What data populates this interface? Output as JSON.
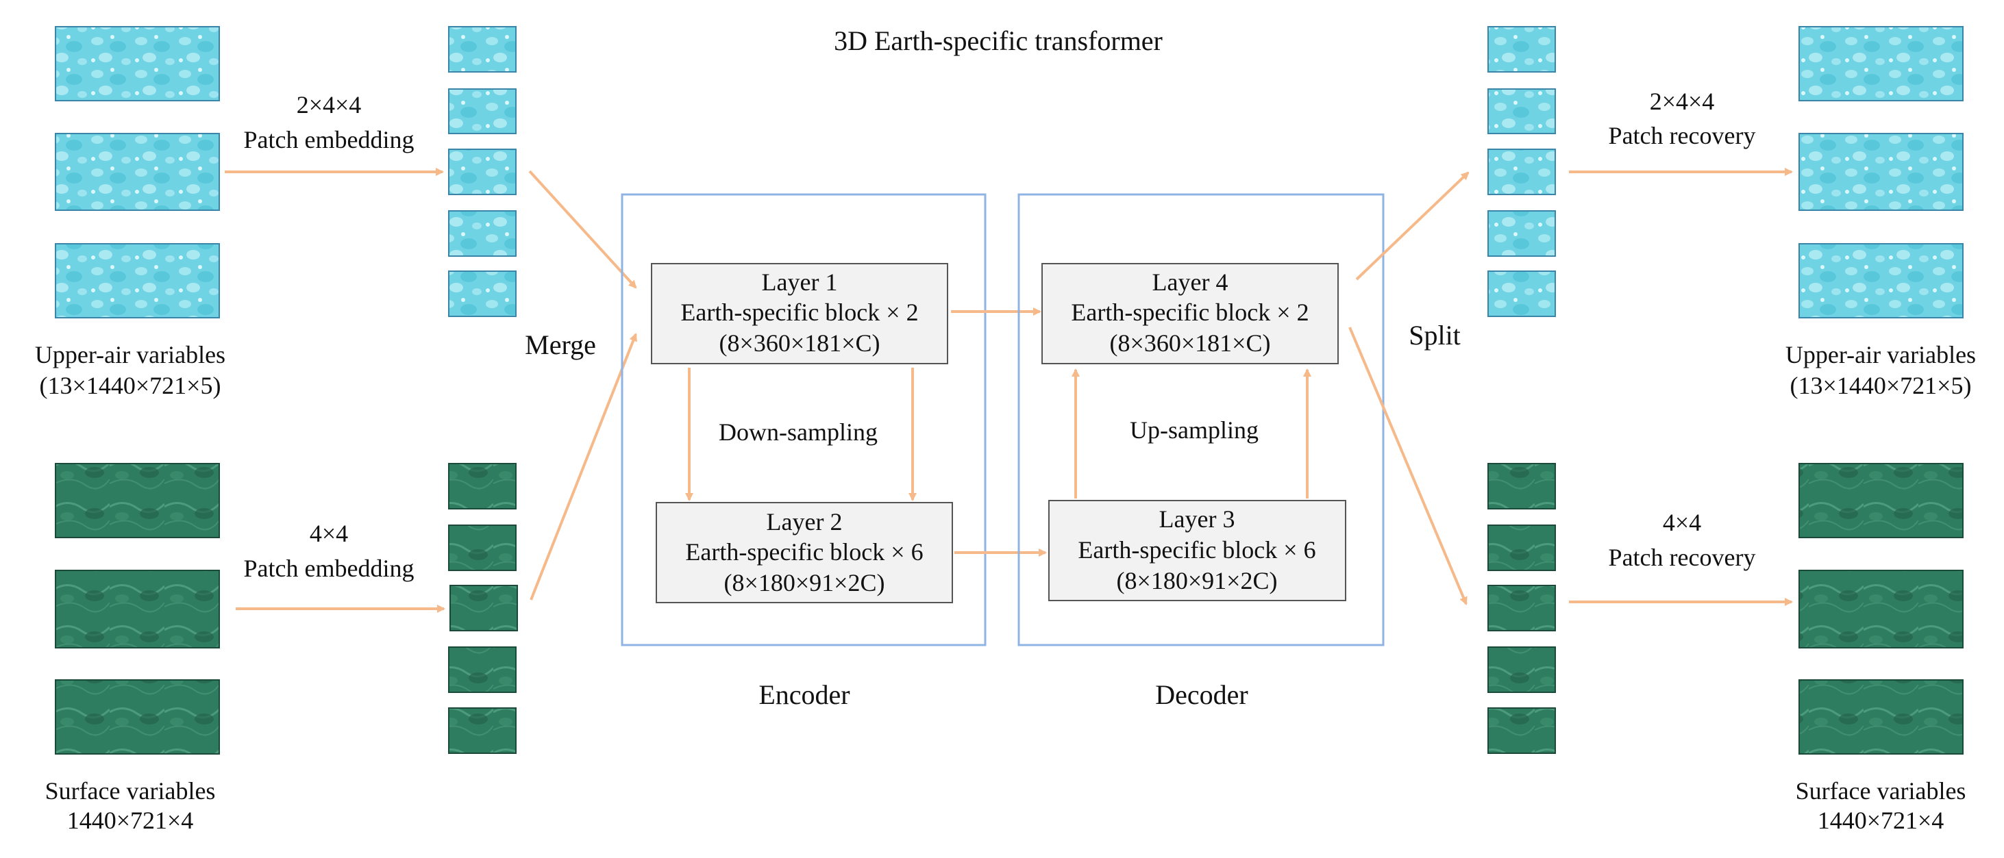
{
  "title": "3D Earth-specific transformer",
  "colors": {
    "upper_air_fill": "#6fd3e3",
    "upper_air_border": "#3b86a8",
    "surface_fill": "#2f7d60",
    "surface_border": "#1c4a3a",
    "arrow": "#f6b98a",
    "frame_border": "#8fb4e3",
    "block_fill": "#f2f2f2",
    "block_border": "#555555"
  },
  "left": {
    "upper_air": {
      "name": "Upper-air variables",
      "shape": "(13×1440×721×5)"
    },
    "surface": {
      "name": "Surface variables",
      "shape": "1440×721×4"
    },
    "upper_embed": {
      "size": "2×4×4",
      "label": "Patch embedding"
    },
    "surface_embed": {
      "size": "4×4",
      "label": "Patch embedding"
    },
    "merge_label": "Merge"
  },
  "right": {
    "upper_air": {
      "name": "Upper-air variables",
      "shape": "(13×1440×721×5)"
    },
    "surface": {
      "name": "Surface variables",
      "shape": "1440×721×4"
    },
    "upper_recovery": {
      "size": "2×4×4",
      "label": "Patch recovery"
    },
    "surface_recovery": {
      "size": "4×4",
      "label": "Patch recovery"
    },
    "split_label": "Split"
  },
  "encoder": {
    "label": "Encoder",
    "layer1": {
      "title": "Layer 1",
      "block": "Earth-specific block × 2",
      "shape": "(8×360×181×C)"
    },
    "layer2": {
      "title": "Layer 2",
      "block": "Earth-specific block × 6",
      "shape": "(8×180×91×2C)"
    },
    "sampling_label": "Down-sampling"
  },
  "decoder": {
    "label": "Decoder",
    "layer4": {
      "title": "Layer 4",
      "block": "Earth-specific block × 2",
      "shape": "(8×360×181×C)"
    },
    "layer3": {
      "title": "Layer 3",
      "block": "Earth-specific block × 6",
      "shape": "(8×180×91×2C)"
    },
    "sampling_label": "Up-sampling"
  }
}
